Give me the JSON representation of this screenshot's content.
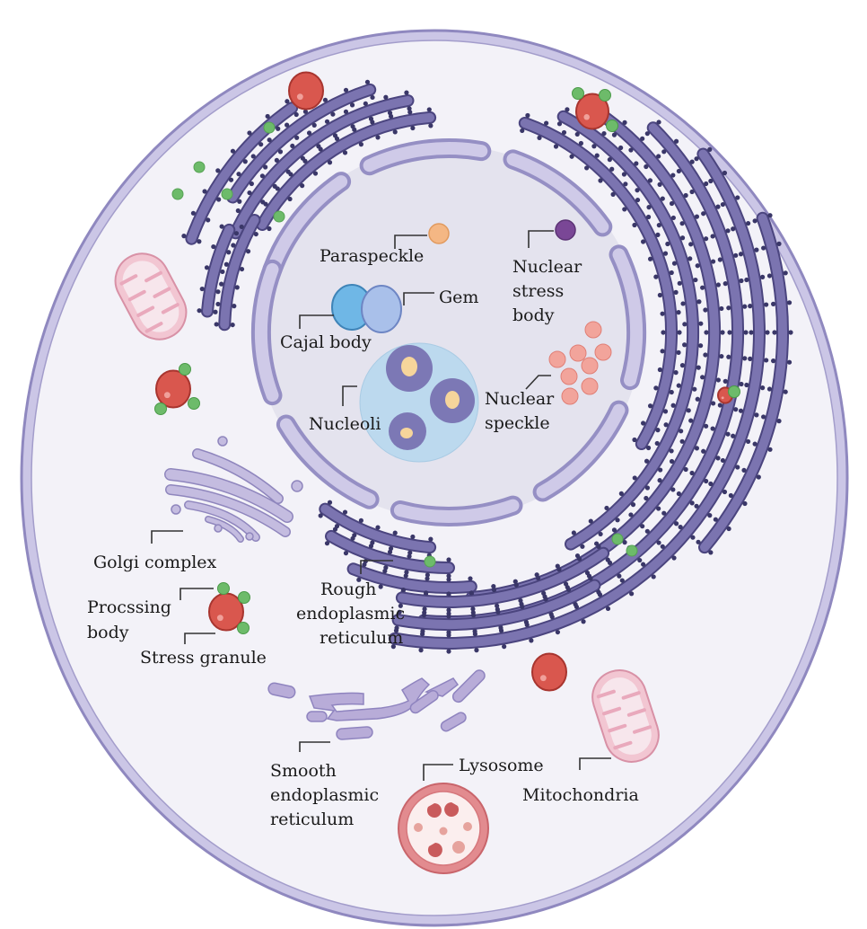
{
  "diagram": {
    "title": "Eukaryotic cell with membraneless organelles",
    "colors": {
      "membrane": "#a9a3cf",
      "membrane_edge": "#8f88bf",
      "cytoplasm": "#f3f2f8",
      "nucleus": "#e4e3ee",
      "nuclear_envelope": "#b9b3da",
      "rer": "#7b74b0",
      "rer_edge": "#4b457f",
      "ribosome": "#3a3768",
      "golgi": "#c4bce0",
      "ser": "#b8acd8",
      "mitochondria": "#f2c6d2",
      "granule": "#d9574e",
      "green_dot": "#6dbb6a",
      "paraspeckle": "#f4b784",
      "nuclear_stress_body": "#7a4796",
      "cajal": "#6fb7e6",
      "gem": "#a9c0ea",
      "nucleolus_region": "#bcd9ee",
      "nucleolus": "#7c78b5",
      "nucleolus_core": "#f6d59b",
      "speckle": "#f2a49b",
      "lysosome": "#e28b8f"
    },
    "labels": {
      "paraspeckle": "Paraspeckle",
      "nuclear_stress_body": [
        "Nuclear",
        "stress",
        "body"
      ],
      "gem": "Gem",
      "cajal_body": "Cajal body",
      "nucleoli": "Nucleoli",
      "nuclear_speckle": [
        "Nuclear",
        "speckle"
      ],
      "golgi_complex": "Golgi complex",
      "processing_body": [
        "Procssing",
        "body"
      ],
      "stress_granule": "Stress granule",
      "rough_er": [
        "Rough",
        "endoplasmic",
        "reticulum"
      ],
      "smooth_er": [
        "Smooth",
        "endoplasmic",
        "reticulum"
      ],
      "lysosome": "Lysosome",
      "mitochondria": "Mitochondria"
    }
  }
}
